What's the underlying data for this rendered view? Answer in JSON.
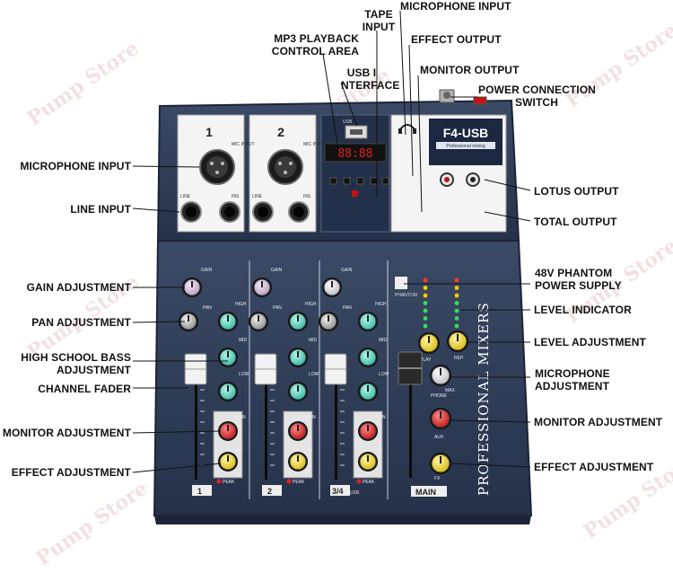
{
  "watermark": "Pump Store",
  "device": {
    "model": "F4-USB",
    "model_sub": "Professional mixing",
    "side_text": "PROFESSIONAL MIXERS",
    "channels": [
      "1",
      "2"
    ],
    "channel_labels": [
      "1",
      "2",
      "3/4",
      "MAIN"
    ],
    "channel_sub": "USB",
    "mic_label": "MIC INPUT",
    "line_label": "LINE",
    "ins_label": "INS",
    "usb_label": "USB",
    "gain_label": "GAIN",
    "pan_label": "PAN",
    "high_label": "HIGH",
    "mid_label": "MID",
    "low_label": "LOW",
    "mon_label": "MON",
    "fx_label": "FX",
    "peak_label": "PEAK",
    "aux_label": "AUX",
    "phone_label": "PHONE",
    "play_label": "PLAY",
    "rep_label": "REP",
    "max_label": "MAX",
    "phantom_label": "PHANTOM",
    "display_value": "88:88"
  },
  "labels": {
    "tape_input": [
      "TAPE",
      "INPUT"
    ],
    "microphone_input_top": "MICROPHONE INPUT",
    "mp3_playback": [
      "MP3 PLAYBACK",
      "CONTROL AREA"
    ],
    "effect_output": "EFFECT OUTPUT",
    "usb_interface": [
      "USB I",
      "NTERFACE"
    ],
    "monitor_output": "MONITOR OUTPUT",
    "power_switch": [
      "POWER CONNECTION",
      "SWITCH"
    ],
    "microphone_input_left": "MICROPHONE INPUT",
    "line_input": "LINE INPUT",
    "lotus_output": "LOTUS OUTPUT",
    "total_output": "TOTAL OUTPUT",
    "gain_adjustment": "GAIN ADJUSTMENT",
    "phantom_power": [
      "48V PHANTOM",
      "POWER SUPPLY"
    ],
    "pan_adjustment": "PAN ADJUSTMENT",
    "level_indicator": "LEVEL INDICATOR",
    "high_bass": [
      "HIGH SCHOOL BASS",
      "ADJUSTMENT"
    ],
    "level_adjustment": "LEVEL ADJUSTMENT",
    "channel_fader": "CHANNEL FADER",
    "mic_adjustment": [
      "MICROPHONE",
      "ADJUSTMENT"
    ],
    "monitor_adjustment_left": "MONITOR ADJUSTMENT",
    "monitor_adjustment_right": "MONITOR ADJUSTMENT",
    "effect_adjustment_left": "EFFECT ADJUSTMENT",
    "effect_adjustment_right": "EFFECT ADJUSTMENT"
  }
}
